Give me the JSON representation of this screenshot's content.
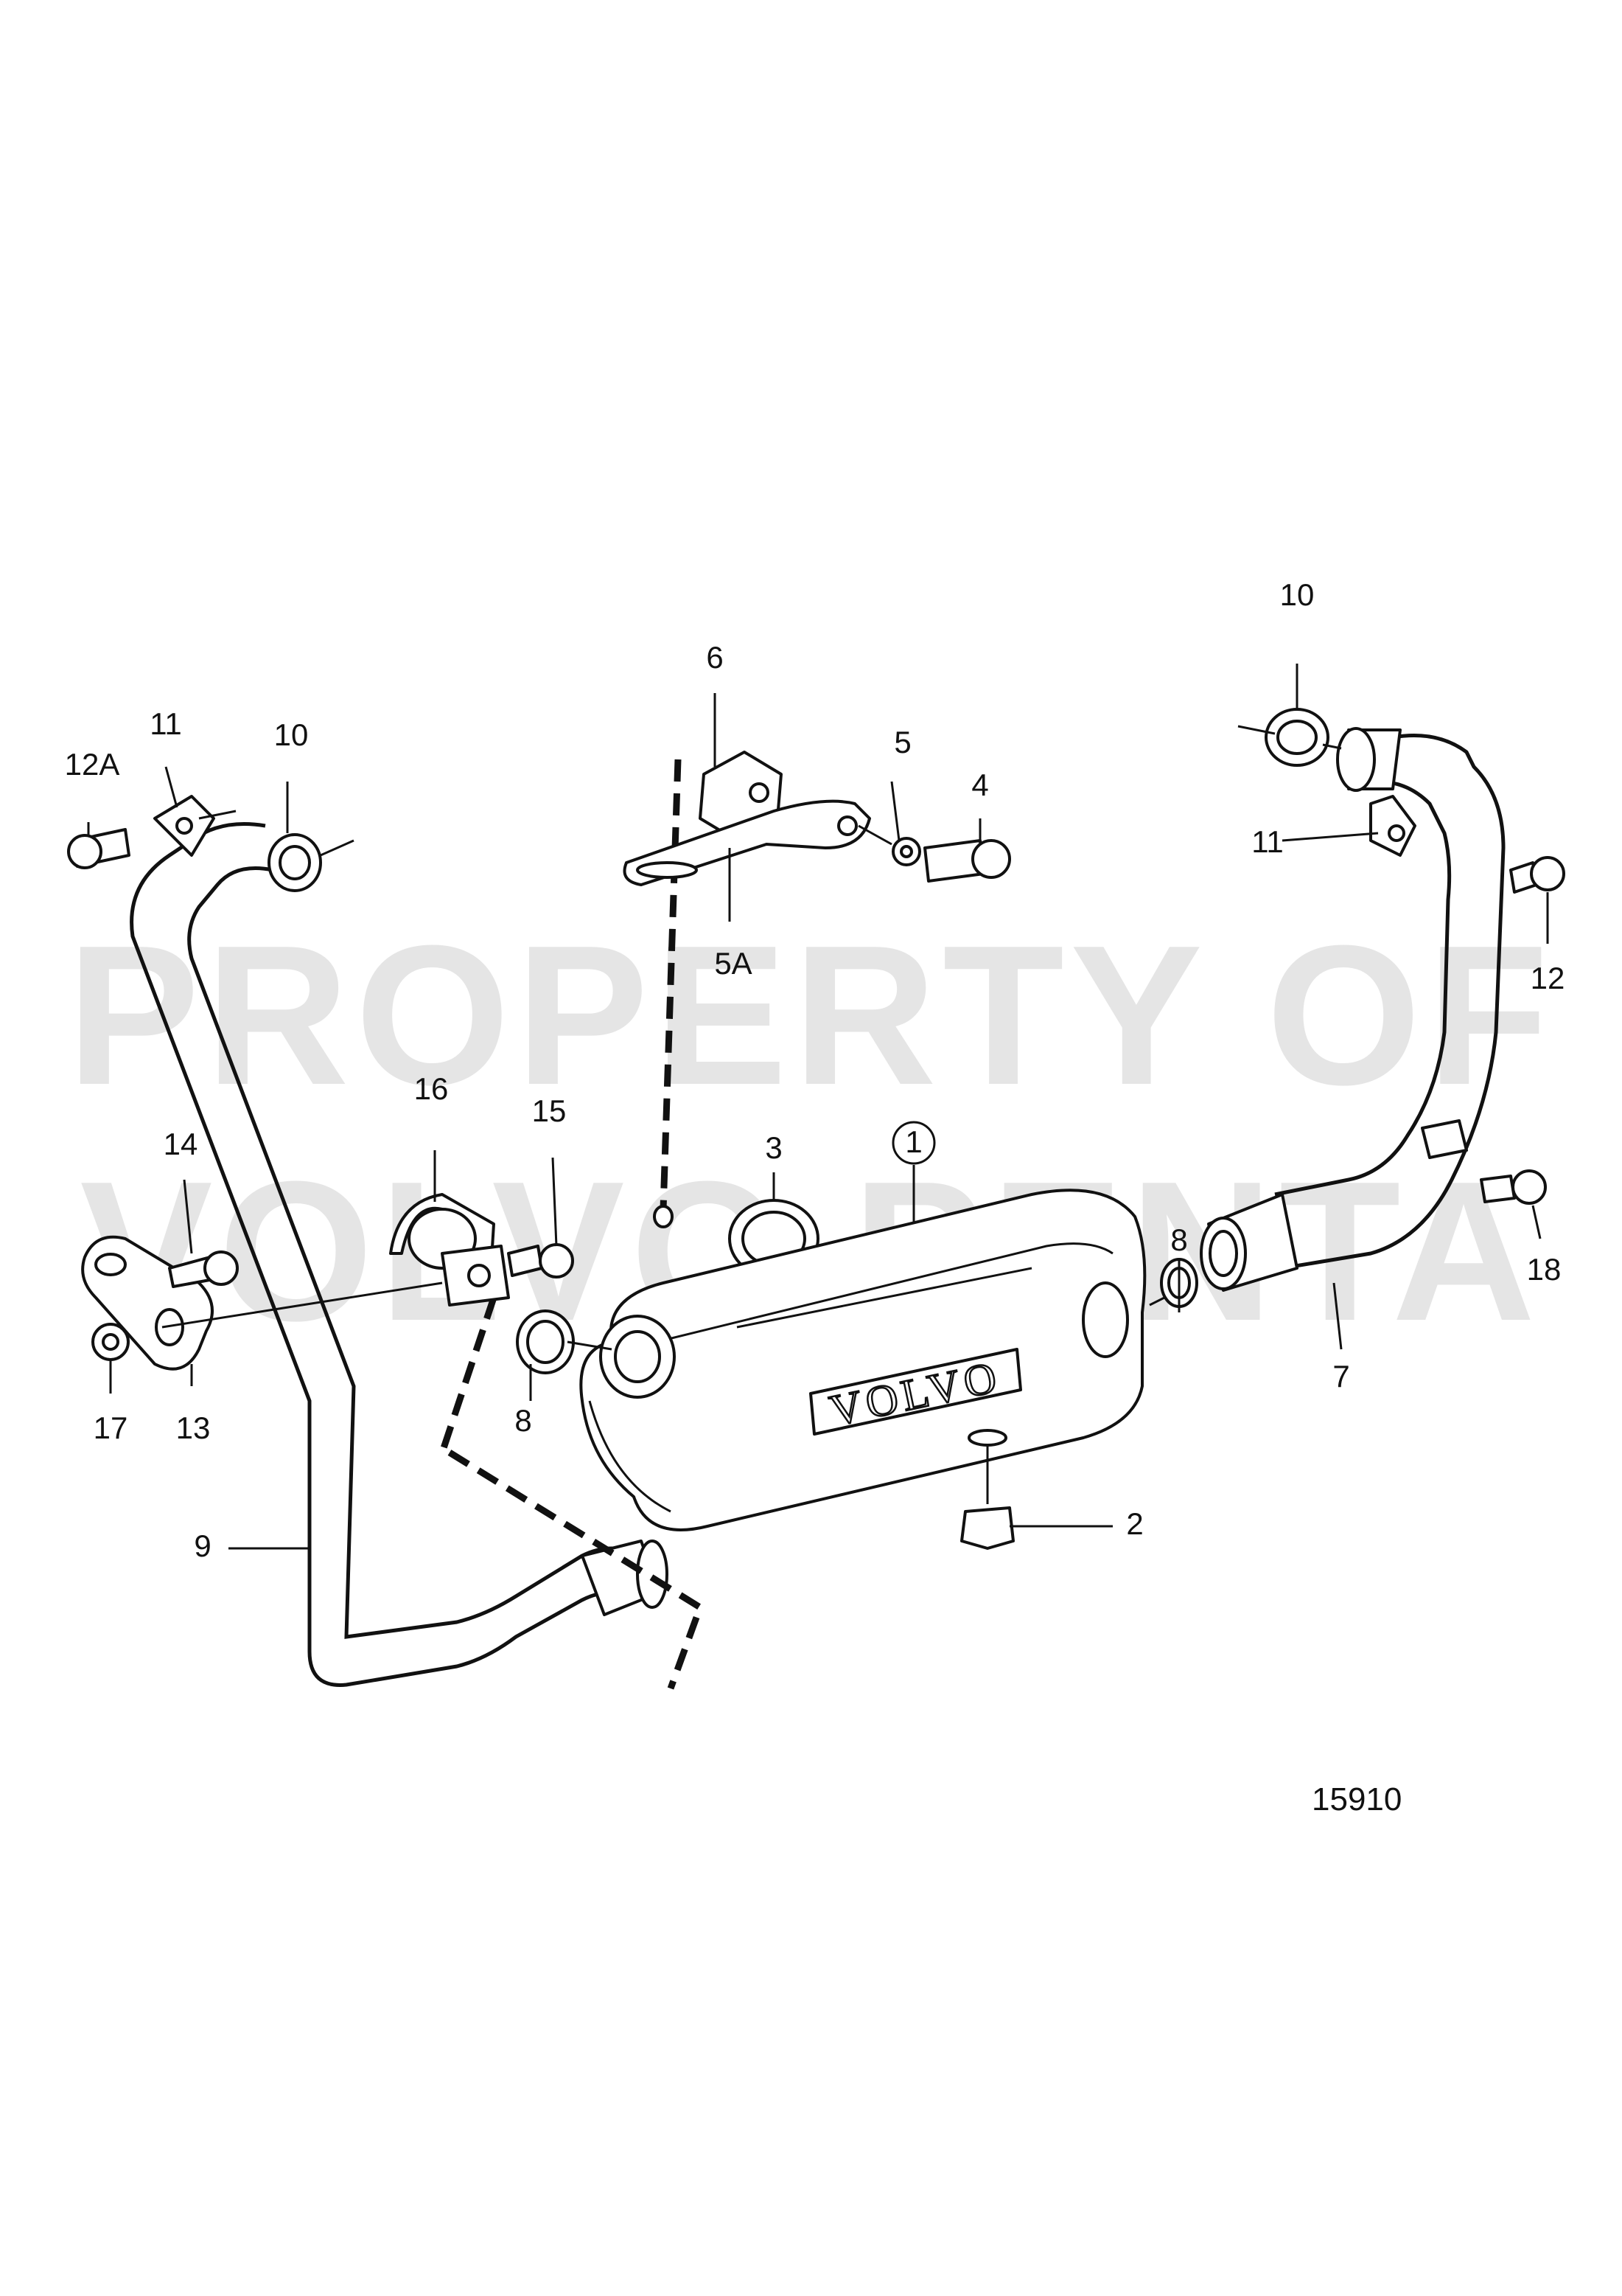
{
  "diagram": {
    "watermark": {
      "line1": "PROPERTY OF",
      "line2": "VOLVO PENTA"
    },
    "emblem_text": "VOLVO",
    "figure_number": "15910",
    "callouts": [
      {
        "id": "c1",
        "label": "1"
      },
      {
        "id": "c2",
        "label": "2"
      },
      {
        "id": "c3",
        "label": "3"
      },
      {
        "id": "c4",
        "label": "4"
      },
      {
        "id": "c5",
        "label": "5"
      },
      {
        "id": "c5a",
        "label": "5A"
      },
      {
        "id": "c6",
        "label": "6"
      },
      {
        "id": "c7",
        "label": "7"
      },
      {
        "id": "c8a",
        "label": "8"
      },
      {
        "id": "c8b",
        "label": "8"
      },
      {
        "id": "c9",
        "label": "9"
      },
      {
        "id": "c10a",
        "label": "10"
      },
      {
        "id": "c10b",
        "label": "10"
      },
      {
        "id": "c11a",
        "label": "11"
      },
      {
        "id": "c11b",
        "label": "11"
      },
      {
        "id": "c12",
        "label": "12"
      },
      {
        "id": "c12a",
        "label": "12A"
      },
      {
        "id": "c13",
        "label": "13"
      },
      {
        "id": "c14",
        "label": "14"
      },
      {
        "id": "c15",
        "label": "15"
      },
      {
        "id": "c16",
        "label": "16"
      },
      {
        "id": "c17",
        "label": "17"
      },
      {
        "id": "c18",
        "label": "18"
      }
    ]
  }
}
